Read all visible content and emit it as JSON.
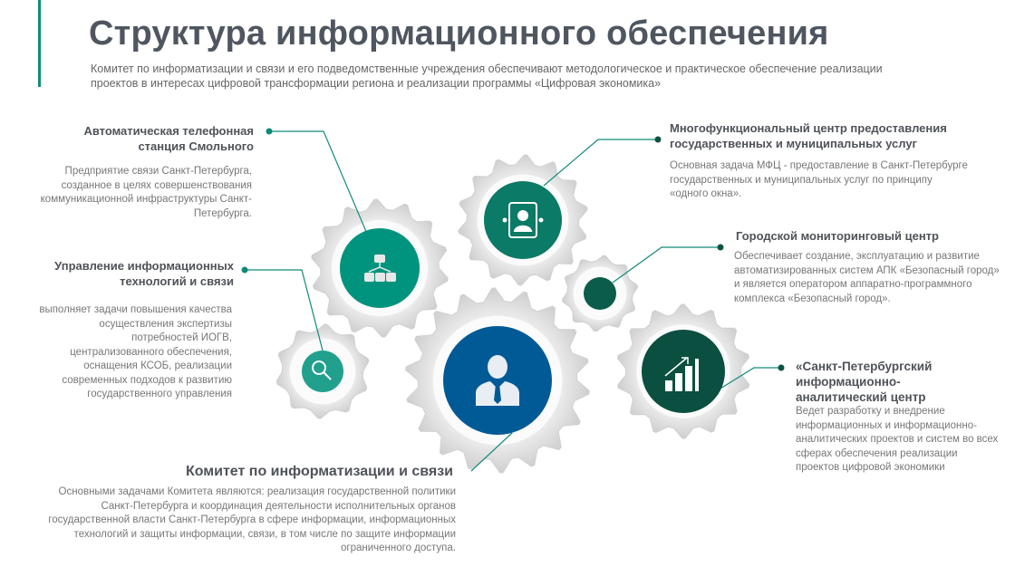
{
  "title": "Структура информационного обеспечения",
  "subtitle": "Комитет по информатизации и связи и его подведомственные учреждения обеспечивают методологическое и практическое обеспечение реализации проектов в интересах цифровой трансформации региона и реализации программы «Цифровая экономика»",
  "colors": {
    "teal": "#00937e",
    "blue": "#005a96",
    "dark_green": "#0b5444",
    "gear": "#d9d9d9"
  },
  "blocks": {
    "ats": {
      "title": "Автоматическая телефонная станция Смольного",
      "text": "Предприятие связи Санкт-Петербурга, созданное в целях совершенствования коммуникационной инфраструктуры Санкт-Петербурга.",
      "icon": "org-chart-icon"
    },
    "uits": {
      "title": "Управление информационных технологий и связи",
      "text": "выполняет задачи повышения качества осуществления экспертизы потребностей ИОГВ, централизованного обеспечения, оснащения КСОБ, реализации современных подходов к развитию государственного управления",
      "icon": "magnifier-icon"
    },
    "mfc": {
      "title": "Многофункциональный центр предоставления государственных и муниципальных услуг",
      "text": "Основная задача МФЦ - предоставление в Санкт-Петербурге государственных и муниципальных услуг по принципу «одного окна».",
      "icon": "id-card-icon"
    },
    "gmc": {
      "title": "Городской мониторинговый центр",
      "text": "Обеспечивает создание, эксплуатацию и развитие автоматизированных систем АПК «Безопасный город» и является оператором аппаратно-программного комплекса «Безопасный город».",
      "icon": "circle-icon"
    },
    "spbiac": {
      "title": "«Санкт-Петербургский информационно-аналитический центр",
      "text": "Ведет разработку и внедрение информационных и информационно-аналитических проектов и систем во всех сферах обеспечения реализации проектов цифровой экономики",
      "icon": "growth-chart-icon"
    },
    "committee": {
      "title": "Комитет по информатизации и связи",
      "text": "Основными задачами Комитета являются: реализация государственной политики Санкт-Петербурга и координация деятельности исполнительных органов государственной власти Санкт-Петербурга в сфере информации, информационных технологий и защиты информации, связи, в том числе по защите информации ограниченного доступа.",
      "icon": "person-icon"
    }
  }
}
